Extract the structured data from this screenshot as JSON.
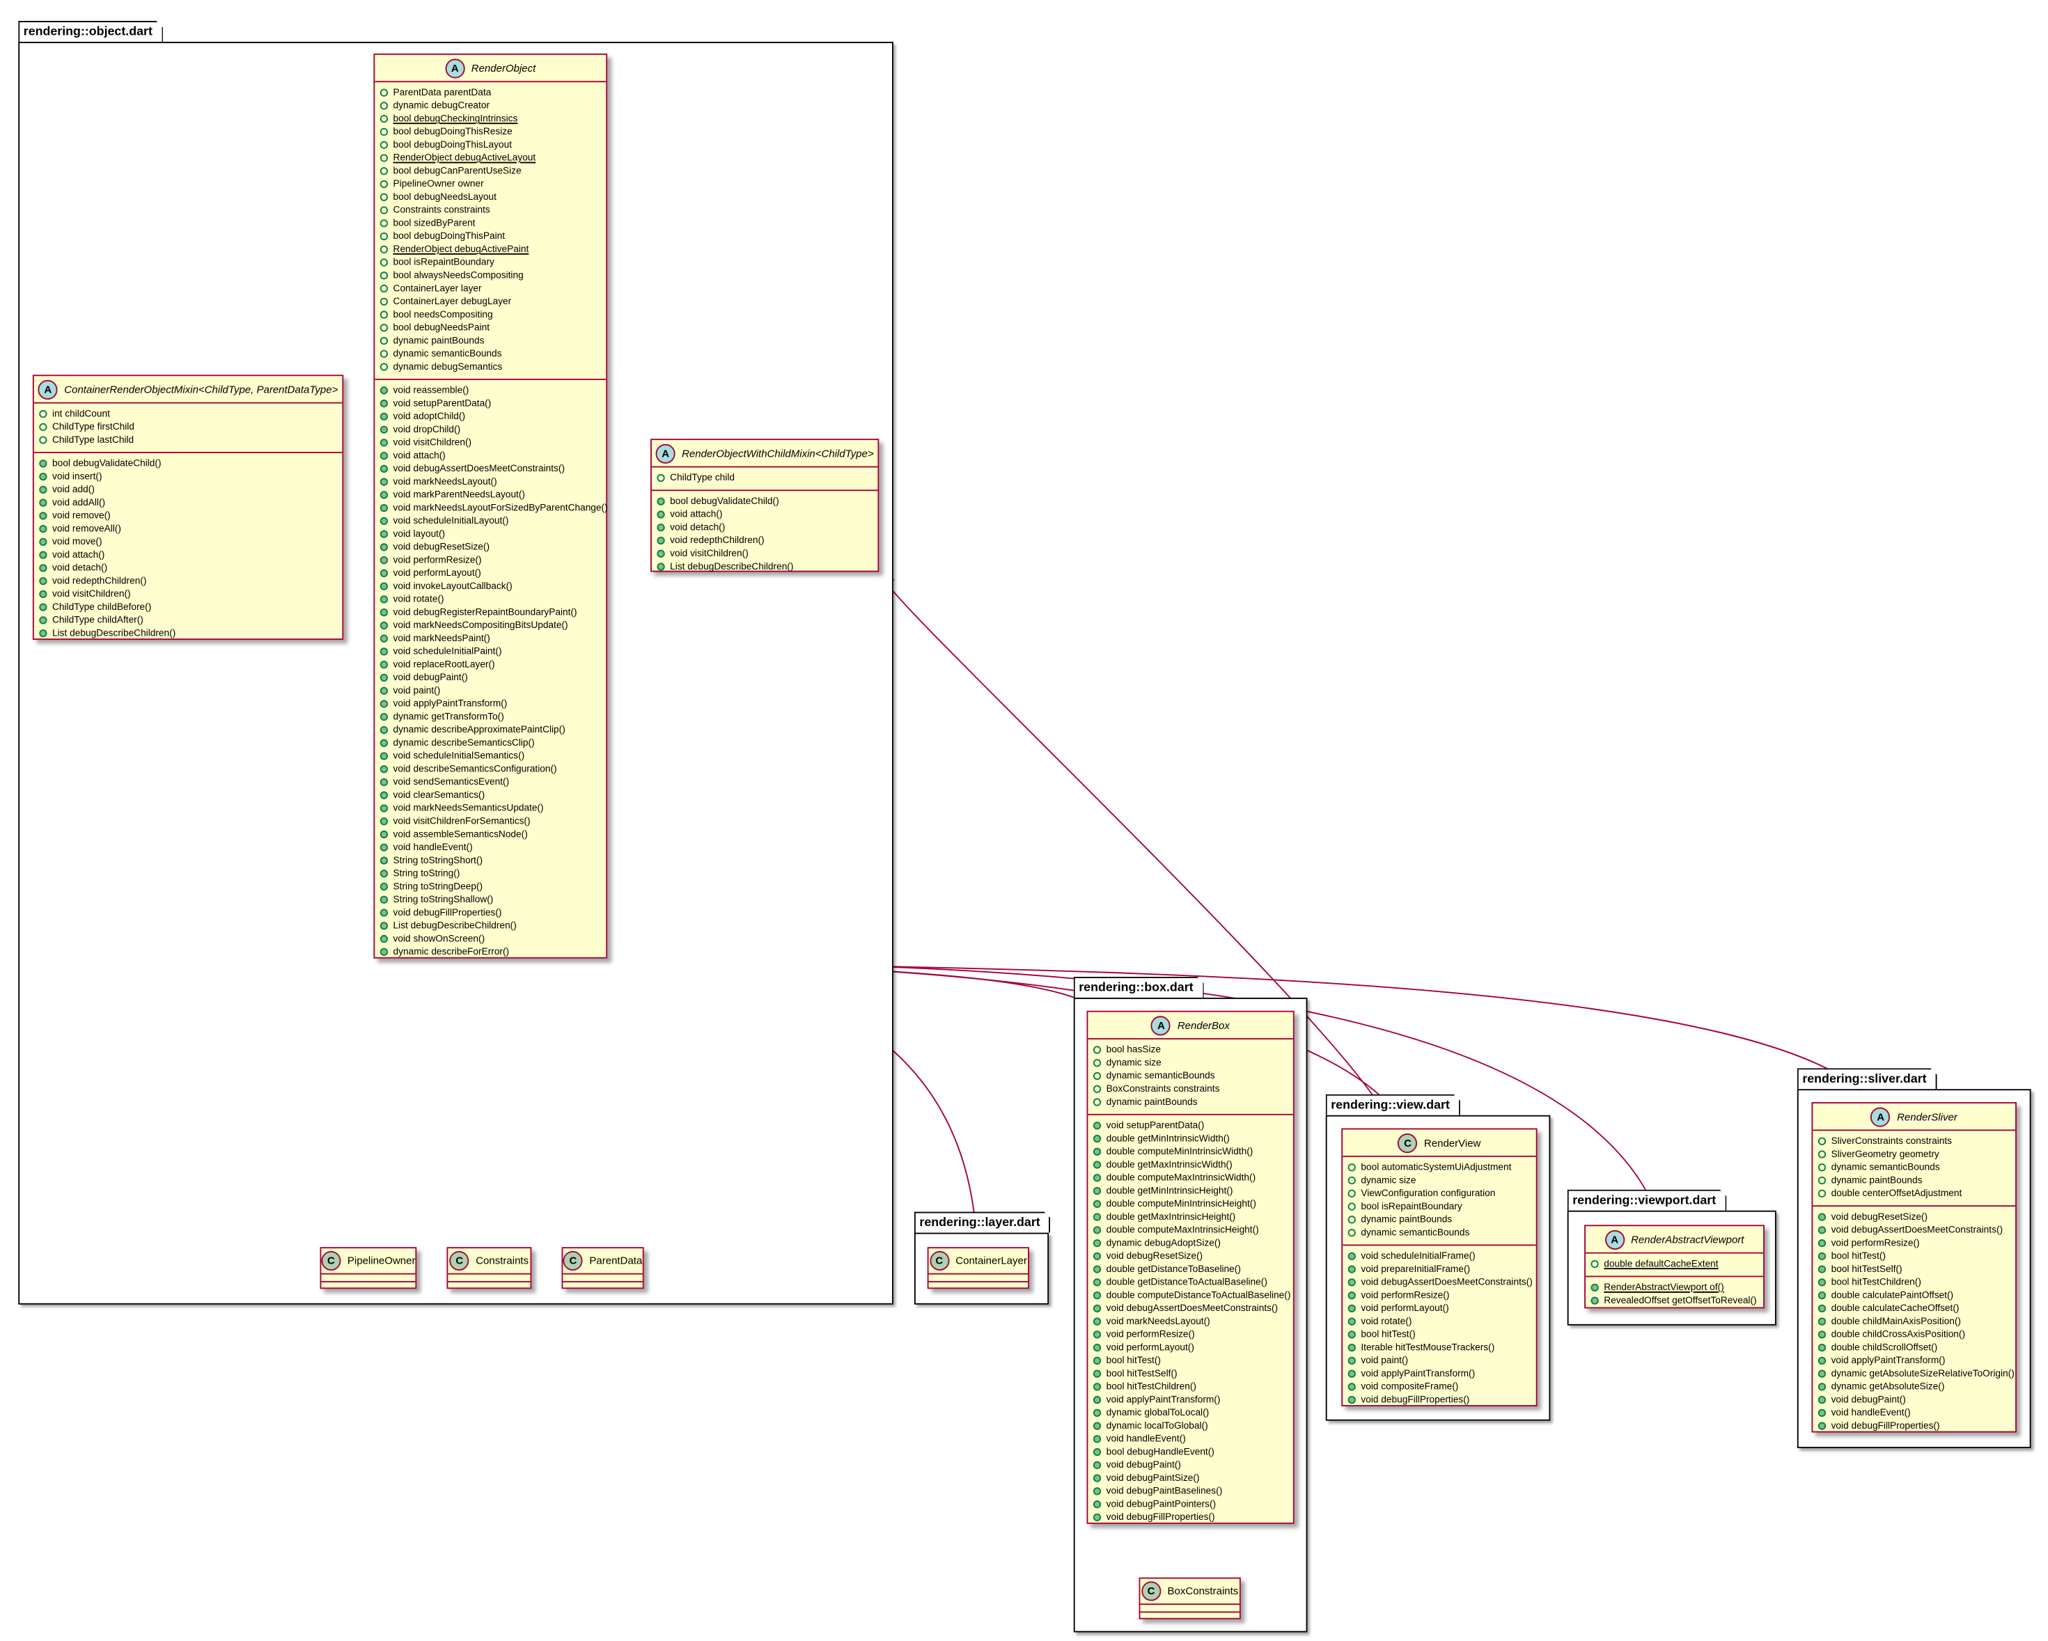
{
  "colors": {
    "class_fill": "#fefece",
    "class_border": "#a80036",
    "abstract_badge": "#a9dcdf",
    "class_badge": "#add1b2",
    "public_visibility": "#038048"
  },
  "packages": {
    "object": "rendering::object.dart",
    "layer": "rendering::layer.dart",
    "box": "rendering::box.dart",
    "view": "rendering::view.dart",
    "viewport": "rendering::viewport.dart",
    "sliver": "rendering::sliver.dart"
  },
  "classes": {
    "render_object": {
      "name": "RenderObject",
      "badge": "A",
      "fields": [
        "ParentData parentData",
        "dynamic debugCreator",
        "bool debugCheckingIntrinsics",
        "bool debugDoingThisResize",
        "bool debugDoingThisLayout",
        "RenderObject debugActiveLayout",
        "bool debugCanParentUseSize",
        "PipelineOwner owner",
        "bool debugNeedsLayout",
        "Constraints constraints",
        "bool sizedByParent",
        "bool debugDoingThisPaint",
        "RenderObject debugActivePaint",
        "bool isRepaintBoundary",
        "bool alwaysNeedsCompositing",
        "ContainerLayer layer",
        "ContainerLayer debugLayer",
        "bool needsCompositing",
        "bool debugNeedsPaint",
        "dynamic paintBounds",
        "dynamic semanticBounds",
        "dynamic debugSemantics"
      ],
      "methods": [
        "void reassemble()",
        "void setupParentData()",
        "void adoptChild()",
        "void dropChild()",
        "void visitChildren()",
        "void attach()",
        "void debugAssertDoesMeetConstraints()",
        "void markNeedsLayout()",
        "void markParentNeedsLayout()",
        "void markNeedsLayoutForSizedByParentChange()",
        "void scheduleInitialLayout()",
        "void layout()",
        "void debugResetSize()",
        "void performResize()",
        "void performLayout()",
        "void invokeLayoutCallback()",
        "void rotate()",
        "void debugRegisterRepaintBoundaryPaint()",
        "void markNeedsCompositingBitsUpdate()",
        "void markNeedsPaint()",
        "void scheduleInitialPaint()",
        "void replaceRootLayer()",
        "void debugPaint()",
        "void paint()",
        "void applyPaintTransform()",
        "dynamic getTransformTo()",
        "dynamic describeApproximatePaintClip()",
        "dynamic describeSemanticsClip()",
        "void scheduleInitialSemantics()",
        "void describeSemanticsConfiguration()",
        "void sendSemanticsEvent()",
        "void clearSemantics()",
        "void markNeedsSemanticsUpdate()",
        "void visitChildrenForSemantics()",
        "void assembleSemanticsNode()",
        "void handleEvent()",
        "String toStringShort()",
        "String toString()",
        "String toStringDeep()",
        "String toStringShallow()",
        "void debugFillProperties()",
        "List debugDescribeChildren()",
        "void showOnScreen()",
        "dynamic describeForError()"
      ]
    },
    "container_mixin": {
      "name": "ContainerRenderObjectMixin<ChildType, ParentDataType>",
      "badge": "A",
      "fields": [
        "int childCount",
        "ChildType firstChild",
        "ChildType lastChild"
      ],
      "methods": [
        "bool debugValidateChild()",
        "void insert()",
        "void add()",
        "void addAll()",
        "void remove()",
        "void removeAll()",
        "void move()",
        "void attach()",
        "void detach()",
        "void redepthChildren()",
        "void visitChildren()",
        "ChildType childBefore()",
        "ChildType childAfter()",
        "List debugDescribeChildren()"
      ]
    },
    "child_mixin": {
      "name": "RenderObjectWithChildMixin<ChildType>",
      "badge": "A",
      "fields": [
        "ChildType child"
      ],
      "methods": [
        "bool debugValidateChild()",
        "void attach()",
        "void detach()",
        "void redepthChildren()",
        "void visitChildren()",
        "List debugDescribeChildren()"
      ]
    },
    "pipeline_owner": {
      "name": "PipelineOwner",
      "badge": "C"
    },
    "constraints": {
      "name": "Constraints",
      "badge": "C"
    },
    "parent_data": {
      "name": "ParentData",
      "badge": "C"
    },
    "container_layer": {
      "name": "ContainerLayer",
      "badge": "C"
    },
    "render_box": {
      "name": "RenderBox",
      "badge": "A",
      "fields": [
        "bool hasSize",
        "dynamic size",
        "dynamic semanticBounds",
        "BoxConstraints constraints",
        "dynamic paintBounds"
      ],
      "methods": [
        "void setupParentData()",
        "double getMinIntrinsicWidth()",
        "double computeMinIntrinsicWidth()",
        "double getMaxIntrinsicWidth()",
        "double computeMaxIntrinsicWidth()",
        "double getMinIntrinsicHeight()",
        "double computeMinIntrinsicHeight()",
        "double getMaxIntrinsicHeight()",
        "double computeMaxIntrinsicHeight()",
        "dynamic debugAdoptSize()",
        "void debugResetSize()",
        "double getDistanceToBaseline()",
        "double getDistanceToActualBaseline()",
        "double computeDistanceToActualBaseline()",
        "void debugAssertDoesMeetConstraints()",
        "void markNeedsLayout()",
        "void performResize()",
        "void performLayout()",
        "bool hitTest()",
        "bool hitTestSelf()",
        "bool hitTestChildren()",
        "void applyPaintTransform()",
        "dynamic globalToLocal()",
        "dynamic localToGlobal()",
        "void handleEvent()",
        "bool debugHandleEvent()",
        "void debugPaint()",
        "void debugPaintSize()",
        "void debugPaintBaselines()",
        "void debugPaintPointers()",
        "void debugFillProperties()"
      ]
    },
    "box_constraints": {
      "name": "BoxConstraints",
      "badge": "C"
    },
    "render_view": {
      "name": "RenderView",
      "badge": "C",
      "fields": [
        "bool automaticSystemUiAdjustment",
        "dynamic size",
        "ViewConfiguration configuration",
        "bool isRepaintBoundary",
        "dynamic paintBounds",
        "dynamic semanticBounds"
      ],
      "methods": [
        "void scheduleInitialFrame()",
        "void prepareInitialFrame()",
        "void debugAssertDoesMeetConstraints()",
        "void performResize()",
        "void performLayout()",
        "void rotate()",
        "bool hitTest()",
        "Iterable hitTestMouseTrackers()",
        "void paint()",
        "void applyPaintTransform()",
        "void compositeFrame()",
        "void debugFillProperties()"
      ]
    },
    "render_abstract_viewport": {
      "name": "RenderAbstractViewport",
      "badge": "A",
      "fields": [
        "double defaultCacheExtent"
      ],
      "methods": [
        "RenderAbstractViewport of()",
        "RevealedOffset getOffsetToReveal()"
      ]
    },
    "render_sliver": {
      "name": "RenderSliver",
      "badge": "A",
      "fields": [
        "SliverConstraints constraints",
        "SliverGeometry geometry",
        "dynamic semanticBounds",
        "dynamic paintBounds",
        "double centerOffsetAdjustment"
      ],
      "methods": [
        "void debugResetSize()",
        "void debugAssertDoesMeetConstraints()",
        "void performResize()",
        "bool hitTest()",
        "bool hitTestSelf()",
        "bool hitTestChildren()",
        "double calculatePaintOffset()",
        "double calculateCacheOffset()",
        "double childMainAxisPosition()",
        "double childCrossAxisPosition()",
        "double childScrollOffset()",
        "void applyPaintTransform()",
        "dynamic getAbsoluteSizeRelativeToOrigin()",
        "dynamic getAbsoluteSize()",
        "void debugPaint()",
        "void handleEvent()",
        "void debugFillProperties()"
      ]
    }
  }
}
